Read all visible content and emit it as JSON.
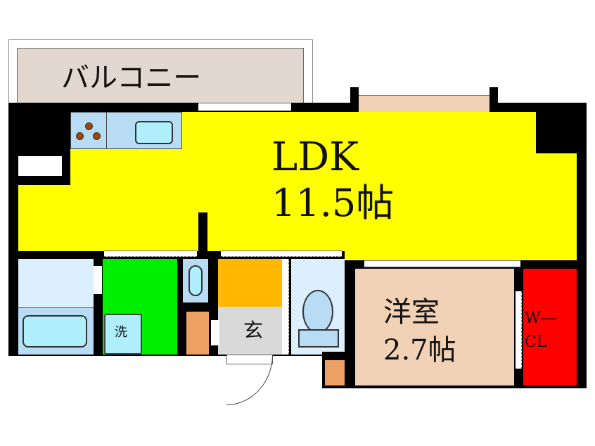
{
  "colors": {
    "ldk": "#ffff00",
    "balcony": "#e3d8cf",
    "western_room": "#f2d2b6",
    "closet": "#ff0000",
    "washroom": "#00ee00",
    "entrance_storage": "#ffb800",
    "entrance": "#d9d9d9",
    "bath": "#dcefff",
    "toilet": "#dcefff",
    "fixture_blue": "#b9dcf5",
    "fixture_cyan": "#aeeffb",
    "shoe_box": "#eda064",
    "wall": "#000000"
  },
  "rooms": {
    "balcony": {
      "label": "バルコニー"
    },
    "ldk": {
      "label": "LDK",
      "size": "11.5帖"
    },
    "western": {
      "label": "洋室",
      "size": "2.7帖"
    },
    "closet": {
      "label_line1": "W―",
      "label_line2": "CL"
    },
    "entrance": {
      "label": "玄"
    },
    "washer": {
      "label": "洗"
    }
  }
}
